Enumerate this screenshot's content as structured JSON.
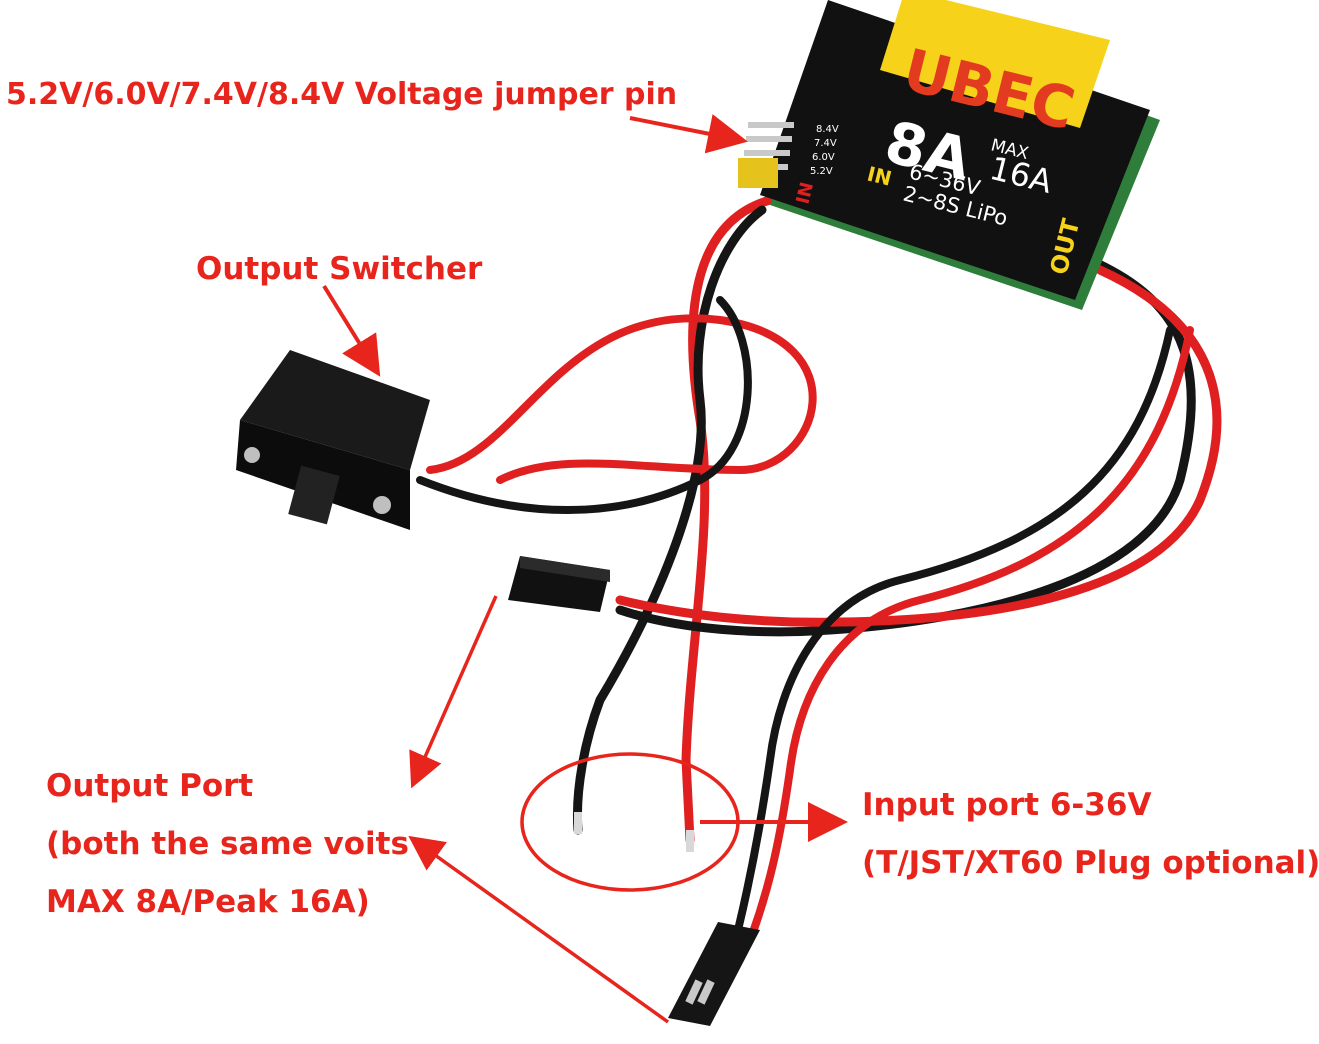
{
  "labels": {
    "jumper": "5.2V/6.0V/7.4V/8.4V Voltage jumper pin",
    "switcher": "Output Switcher",
    "output_port": [
      "Output Port",
      "(both the same voits",
      "MAX 8A/Peak 16A)"
    ],
    "input_port": [
      "Input port 6-36V",
      "(T/JST/XT60 Plug optional)"
    ]
  },
  "module": {
    "brand": "UBEC",
    "current": "8A",
    "max_label": "MAX",
    "max_current": "16A",
    "in_label": "IN",
    "in_range": "6~36V",
    "lipo_range": "2~8S LiPo",
    "out_label": "OUT",
    "voltages": [
      "8.4V",
      "7.4V",
      "6.0V",
      "5.2V"
    ]
  },
  "colors": {
    "annotation_red": "#e8251c",
    "module_yellow": "#f7d21a",
    "wire_red": "#e02020",
    "wire_black": "#151515"
  }
}
